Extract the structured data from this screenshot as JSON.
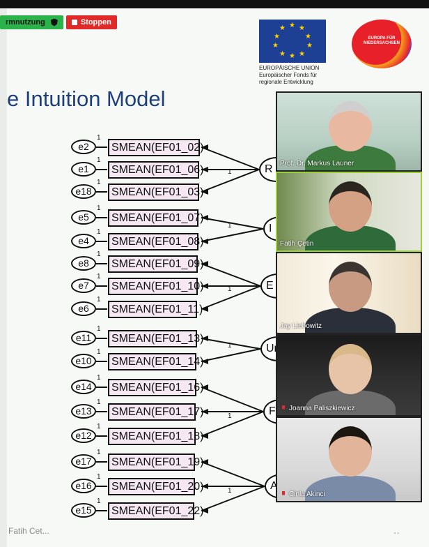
{
  "zoom_bar": {
    "share_label": "rmnutzung",
    "stop_label": "Stoppen"
  },
  "slide": {
    "title": "e Intuition Model",
    "eu_logo_caption": [
      "EUROPÄISCHE UNION",
      "Europäischer Fonds für",
      "regionale Entwicklung"
    ],
    "nds_logo_text": [
      "EUROPA FÜR",
      "NIEDERSACHSEN"
    ],
    "presenter_footer": "Fatih Cet..."
  },
  "diagram": {
    "indicators": [
      {
        "err": "e2",
        "label": "SMEAN(EF01_02)"
      },
      {
        "err": "e1",
        "label": "SMEAN(EF01_06)"
      },
      {
        "err": "e18",
        "label": "SMEAN(EF01_03)"
      },
      {
        "err": "e5",
        "label": "SMEAN(EF01_07)"
      },
      {
        "err": "e4",
        "label": "SMEAN(EF01_08)"
      },
      {
        "err": "e8",
        "label": "SMEAN(EF01_09)"
      },
      {
        "err": "e7",
        "label": "SMEAN(EF01_10)"
      },
      {
        "err": "e6",
        "label": "SMEAN(EF01_11)"
      },
      {
        "err": "e11",
        "label": "SMEAN(EF01_13)"
      },
      {
        "err": "e10",
        "label": "SMEAN(EF01_14)"
      },
      {
        "err": "e14",
        "label": "SMEAN(EF01_16)"
      },
      {
        "err": "e13",
        "label": "SMEAN(EF01_17)"
      },
      {
        "err": "e12",
        "label": "SMEAN(EF01_18)"
      },
      {
        "err": "e17",
        "label": "SMEAN(EF01_19)"
      },
      {
        "err": "e16",
        "label": "SMEAN(EF01_20)"
      },
      {
        "err": "e15",
        "label": "SMEAN(EF01_22)"
      }
    ],
    "latents": [
      "R",
      "I",
      "E",
      "Un",
      "Fa",
      "A"
    ],
    "loading_label": "1"
  },
  "participants": [
    {
      "name": "Prof. Dr. Markus Launer",
      "muted": false,
      "active": false
    },
    {
      "name": "Fatih Çetin",
      "muted": false,
      "active": true
    },
    {
      "name": "Jay Liebowitz",
      "muted": false,
      "active": false
    },
    {
      "name": "Joanna Paliszkiewicz",
      "muted": true,
      "active": false
    },
    {
      "name": "Cinla Akinci",
      "muted": true,
      "active": false
    }
  ],
  "colors": {
    "share_green": "#2bb24a",
    "stop_red": "#e02a2a",
    "title_blue": "#1f3f78",
    "indicator_fill": "#f5e8f3",
    "active_speaker": "#9bd13b"
  }
}
